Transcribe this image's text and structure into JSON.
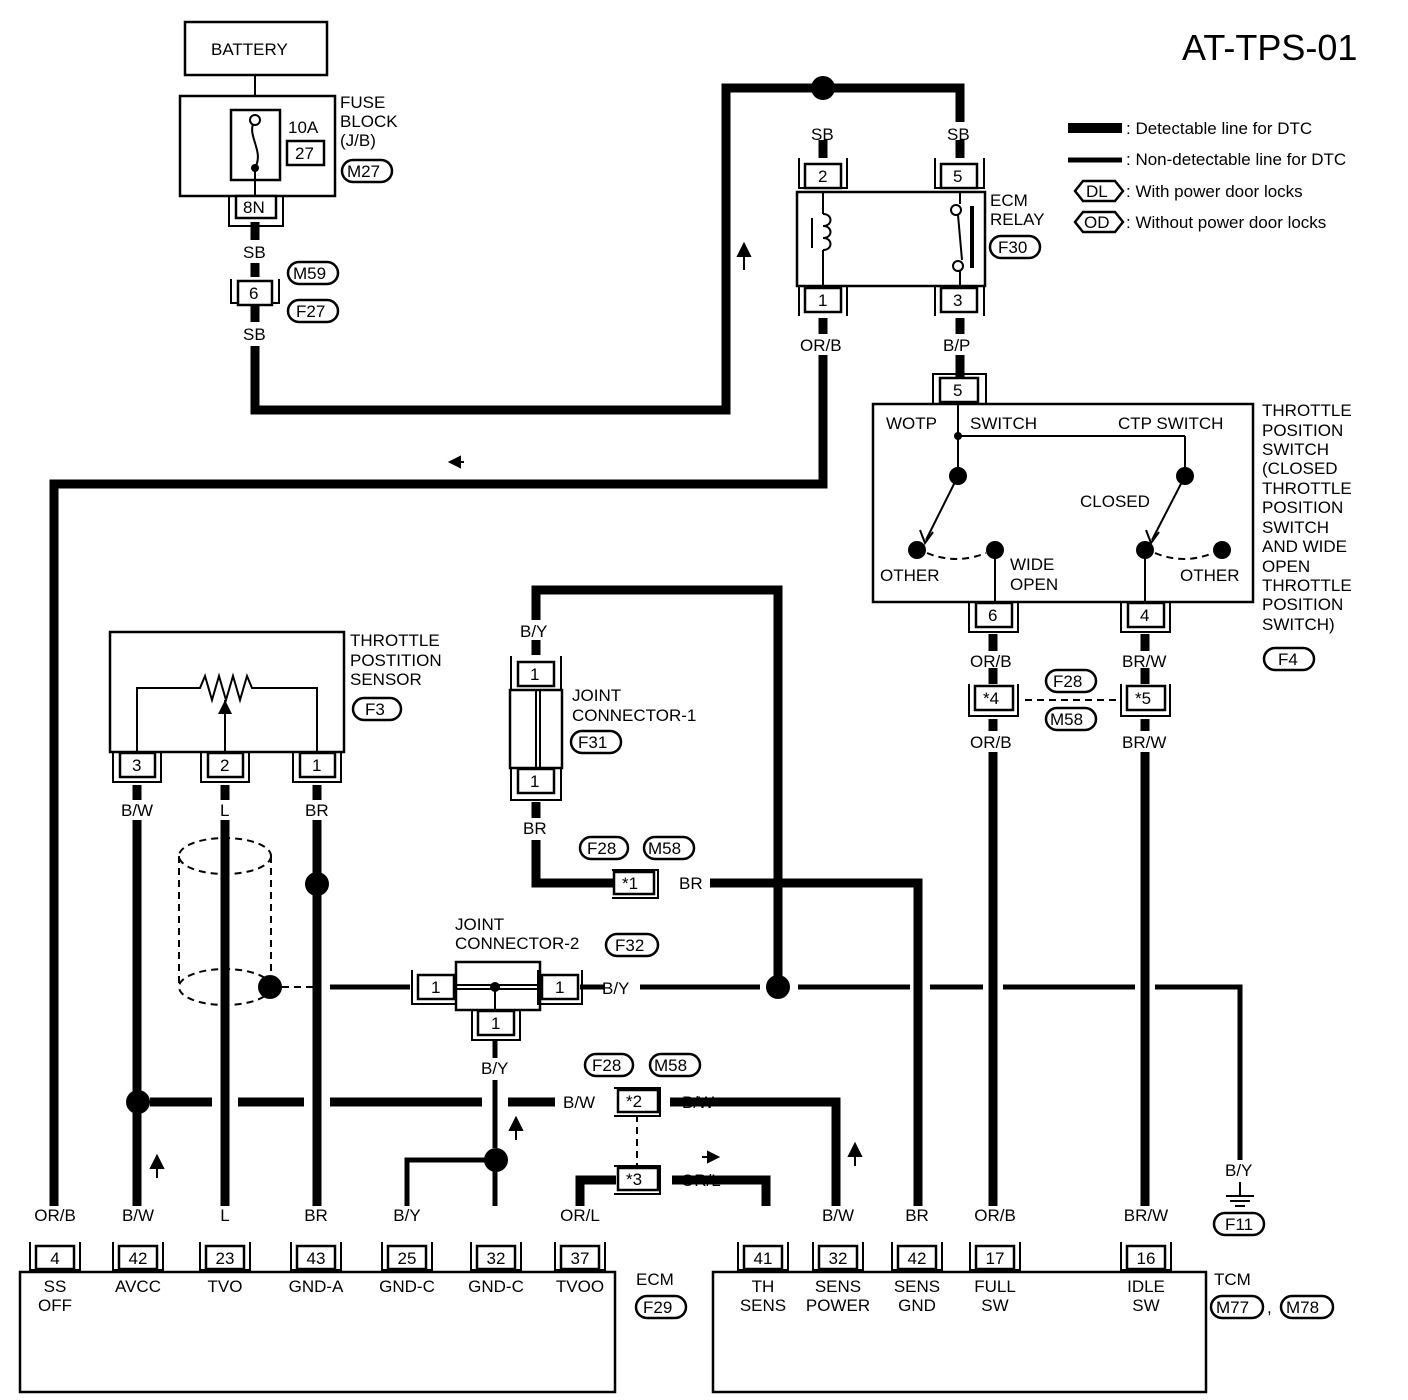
{
  "title": "AT-TPS-01",
  "legend": {
    "detectable": ": Detectable line for DTC",
    "non_detectable": ": Non-detectable line for DTC",
    "dl_tag": "DL",
    "dl_text": ": With power door locks",
    "od_tag": "OD",
    "od_text": ": Without power door locks"
  },
  "battery": {
    "label": "BATTERY"
  },
  "fuse_block": {
    "line1": "FUSE",
    "line2": "BLOCK",
    "line3": "(J/B)",
    "amp": "10A",
    "fuse_no": "27",
    "connector": "M27",
    "terminal": "8N"
  },
  "fuse_harness": {
    "wire_top": "SB",
    "wire_bottom": "SB",
    "pin": "6",
    "conn_a": "M59",
    "conn_b": "F27"
  },
  "ecm_relay": {
    "line1": "ECM",
    "line2": "RELAY",
    "connector": "F30",
    "pin_2": "2",
    "pin_5": "5",
    "pin_1": "1",
    "pin_3": "3",
    "wire_2": "SB",
    "wire_5": "SB",
    "wire_1": "OR/B",
    "wire_3": "B/P"
  },
  "tp_switch": {
    "pin_5": "5",
    "wotp": "WOTP",
    "switch": "SWITCH",
    "ctp": "CTP SWITCH",
    "closed": "CLOSED",
    "other_left": "OTHER",
    "other_right": "OTHER",
    "wide": "WIDE",
    "open": "OPEN",
    "pin_6": "6",
    "pin_4": "4",
    "desc": [
      "THROTTLE",
      "POSITION",
      "SWITCH",
      "(CLOSED",
      "THROTTLE",
      "POSITION",
      "SWITCH",
      "AND WIDE",
      "OPEN",
      "THROTTLE",
      "POSITION",
      "SWITCH)"
    ],
    "connector": "F4"
  },
  "inline_4_5": {
    "pin_4": "*4",
    "pin_5": "*5",
    "conn_a": "F28",
    "conn_b": "M58",
    "wire_orb_top": "OR/B",
    "wire_orb_bottom": "OR/B",
    "wire_brw_top": "BR/W",
    "wire_brw_bottom": "BR/W"
  },
  "tp_sensor": {
    "line1": "THROTTLE",
    "line2": "POSTITION",
    "line3": "SENSOR",
    "connector": "F3",
    "pin_3": "3",
    "pin_2": "2",
    "pin_1": "1",
    "wire_3": "B/W",
    "wire_2": "L",
    "wire_1": "BR"
  },
  "joint_connector_1": {
    "line1": "JOINT",
    "line2": "CONNECTOR-1",
    "connector": "F31",
    "pin_top": "1",
    "pin_bottom": "1",
    "wire_top": "B/Y",
    "wire_bottom": "BR"
  },
  "inline_1": {
    "pin": "*1",
    "conn_a": "F28",
    "conn_b": "M58",
    "wire": "BR"
  },
  "joint_connector_2": {
    "line1": "JOINT",
    "line2": "CONNECTOR-2",
    "connector": "F32",
    "pin_left": "1",
    "pin_right": "1",
    "pin_bottom": "1",
    "wire_right": "B/Y",
    "wire_bottom": "B/Y"
  },
  "inline_2_3": {
    "pin_2": "*2",
    "pin_3": "*3",
    "conn_a": "F28",
    "conn_b": "M58",
    "wire_2_left": "B/W",
    "wire_2_right": "B/W",
    "wire_3": "OR/L"
  },
  "ground": {
    "wire": "B/Y",
    "connector": "F11"
  },
  "ecm": {
    "label": "ECM",
    "connector": "F29",
    "terminals": [
      {
        "wire": "OR/B",
        "pin": "4",
        "name1": "SS",
        "name2": "OFF"
      },
      {
        "wire": "B/W",
        "pin": "42",
        "name1": "AVCC",
        "name2": ""
      },
      {
        "wire": "L",
        "pin": "23",
        "name1": "TVO",
        "name2": ""
      },
      {
        "wire": "BR",
        "pin": "43",
        "name1": "GND-A",
        "name2": ""
      },
      {
        "wire": "B/Y",
        "pin": "25",
        "name1": "GND-C",
        "name2": ""
      },
      {
        "wire": "",
        "pin": "32",
        "name1": "GND-C",
        "name2": ""
      },
      {
        "wire": "OR/L",
        "pin": "37",
        "name1": "TVOO",
        "name2": ""
      }
    ]
  },
  "tcm": {
    "label": "TCM",
    "connector_a": "M77",
    "separator": ",",
    "connector_b": "M78",
    "terminals": [
      {
        "wire": "",
        "pin": "41",
        "name1": "TH",
        "name2": "SENS"
      },
      {
        "wire": "B/W",
        "pin": "32",
        "name1": "SENS",
        "name2": "POWER"
      },
      {
        "wire": "BR",
        "pin": "42",
        "name1": "SENS",
        "name2": "GND"
      },
      {
        "wire": "OR/B",
        "pin": "17",
        "name1": "FULL",
        "name2": "SW"
      },
      {
        "wire": "BR/W",
        "pin": "16",
        "name1": "IDLE",
        "name2": "SW"
      }
    ]
  }
}
